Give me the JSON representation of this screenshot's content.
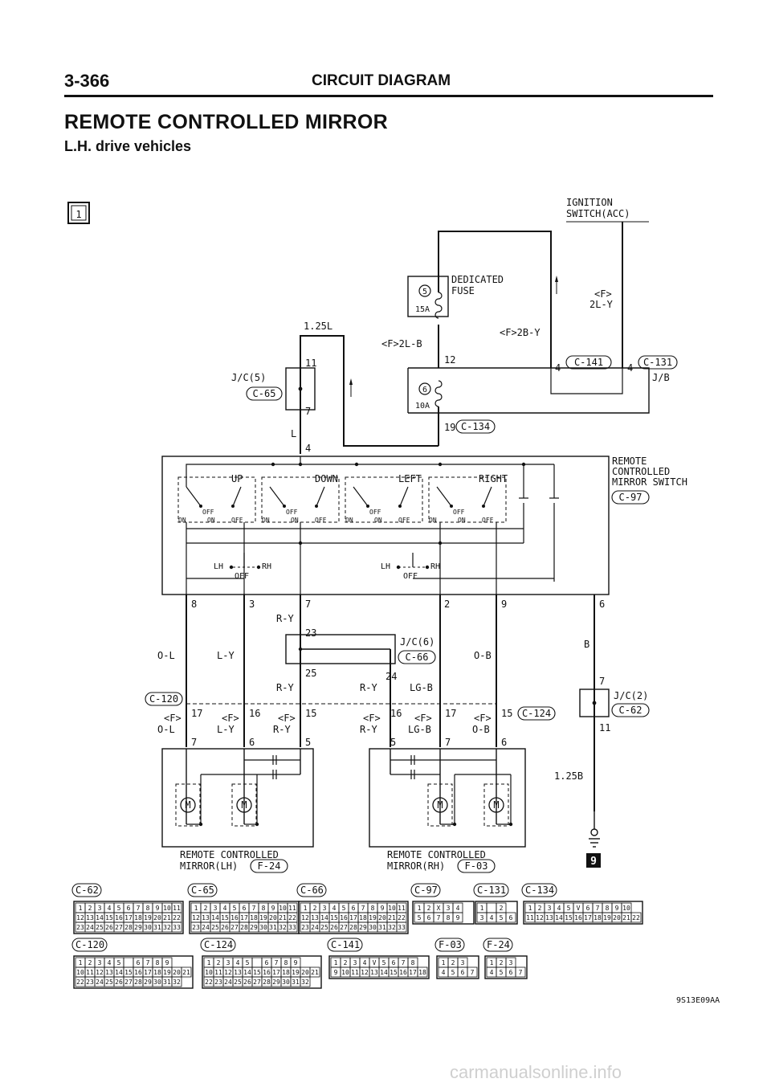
{
  "header": {
    "page_number": "3-366",
    "section": "CIRCUIT DIAGRAM"
  },
  "title": "REMOTE CONTROLLED MIRROR",
  "subtitle": "L.H. drive vehicles",
  "sheet": "1",
  "ignition": [
    "IGNITION",
    "SWITCH(ACC)"
  ],
  "fuse5": {
    "num": "5",
    "amp": "15A"
  },
  "fuse6": {
    "num": "6",
    "amp": "10A"
  },
  "dedicated_fuse": [
    "DEDICATED",
    "FUSE"
  ],
  "wire": {
    "f_2l_y": [
      "<F>",
      "2L-Y"
    ],
    "f_2b_y": "<F>2B-Y",
    "f_2l_b": "<F>2L-B",
    "w_125l": "1.25L",
    "w_l": "L",
    "w_125b": "1.25B",
    "w_b": "B",
    "ol": "O-L",
    "ly": "L-Y",
    "ry": "R-Y",
    "lgb": "LG-B",
    "ob": "O-B",
    "f": "<F>"
  },
  "pins": {
    "p12": "12",
    "p4a": "4",
    "p4b": "4",
    "p19": "19",
    "p11": "11",
    "p7": "7",
    "p4c": "4",
    "s8": "8",
    "s3": "3",
    "s7": "7",
    "s2": "2",
    "s9": "9",
    "s6": "6",
    "j23": "23",
    "j25": "25",
    "j24": "24",
    "c17": "17",
    "c16": "16",
    "c15": "15",
    "d16": "16",
    "d17": "17",
    "d15": "15",
    "m7": "7",
    "m6": "6",
    "m5": "5",
    "n5": "5",
    "n7": "7",
    "n6": "6",
    "g7": "7",
    "g11": "11"
  },
  "connectors": {
    "c141": "C-141",
    "c131": "C-131",
    "c134": "C-134",
    "c65": "C-65",
    "c97": "C-97",
    "c66": "C-66",
    "c120": "C-120",
    "c124": "C-124",
    "c62": "C-62",
    "f24": "F-24",
    "f03": "F-03"
  },
  "jb": "J/B",
  "jc5": "J/C(5)",
  "jc6": "J/C(6)",
  "jc2": "J/C(2)",
  "switch_name": [
    "REMOTE",
    "CONTROLLED",
    "MIRROR SWITCH"
  ],
  "switch_labels": {
    "up": "UP",
    "down": "DOWN",
    "left": "LEFT",
    "right": "RIGHT",
    "off": "OFF",
    "on": "ON",
    "lh": "LH",
    "rh": "RH"
  },
  "mirror_lh": [
    "REMOTE CONTROLLED",
    "MIRROR(LH)"
  ],
  "mirror_rh": [
    "REMOTE CONTROLLED",
    "MIRROR(RH)"
  ],
  "motor": "M",
  "ground": "9",
  "diagram_code": "9S13E09AA",
  "watermark": "carmanualsonline.info",
  "connector_views": [
    {
      "name": "C-62",
      "rows": [
        [
          "1",
          "2",
          "3",
          "4",
          "5",
          "6",
          "7",
          "8",
          "9",
          "10",
          "11"
        ],
        [
          "12",
          "13",
          "14",
          "15",
          "16",
          "17",
          "18",
          "19",
          "20",
          "21",
          "22"
        ],
        [
          "23",
          "24",
          "25",
          "26",
          "27",
          "28",
          "29",
          "30",
          "31",
          "32",
          "33"
        ]
      ]
    },
    {
      "name": "C-65",
      "rows": [
        [
          "1",
          "2",
          "3",
          "4",
          "5",
          "6",
          "7",
          "8",
          "9",
          "10",
          "11"
        ],
        [
          "12",
          "13",
          "14",
          "15",
          "16",
          "17",
          "18",
          "19",
          "20",
          "21",
          "22"
        ],
        [
          "23",
          "24",
          "25",
          "26",
          "27",
          "28",
          "29",
          "30",
          "31",
          "32",
          "33"
        ]
      ]
    },
    {
      "name": "C-66",
      "rows": [
        [
          "1",
          "2",
          "3",
          "4",
          "5",
          "6",
          "7",
          "8",
          "9",
          "10",
          "11"
        ],
        [
          "12",
          "13",
          "14",
          "15",
          "16",
          "17",
          "18",
          "19",
          "20",
          "21",
          "22"
        ],
        [
          "23",
          "24",
          "25",
          "26",
          "27",
          "28",
          "29",
          "30",
          "31",
          "32",
          "33"
        ]
      ]
    },
    {
      "name": "C-97",
      "rows": [
        [
          "1",
          "2",
          "X",
          "3",
          "4"
        ],
        [
          "5",
          "6",
          "7",
          "8",
          "9"
        ]
      ]
    },
    {
      "name": "C-131",
      "rows": [
        [
          "1",
          "",
          "2"
        ],
        [
          "3",
          "4",
          "5",
          "6"
        ]
      ]
    },
    {
      "name": "C-134",
      "rows": [
        [
          "1",
          "2",
          "3",
          "4",
          "5",
          "V",
          "6",
          "7",
          "8",
          "9",
          "10"
        ],
        [
          "11",
          "12",
          "13",
          "14",
          "15",
          "16",
          "17",
          "18",
          "19",
          "20",
          "21",
          "22"
        ]
      ]
    },
    {
      "name": "C-120",
      "rows": [
        [
          "1",
          "2",
          "3",
          "4",
          "5",
          "",
          "6",
          "7",
          "8",
          "9"
        ],
        [
          "10",
          "11",
          "12",
          "13",
          "14",
          "15",
          "16",
          "17",
          "18",
          "19",
          "20",
          "21"
        ],
        [
          "22",
          "23",
          "24",
          "25",
          "26",
          "27",
          "28",
          "29",
          "30",
          "31",
          "32"
        ]
      ]
    },
    {
      "name": "C-124",
      "rows": [
        [
          "1",
          "2",
          "3",
          "4",
          "5",
          "",
          "6",
          "7",
          "8",
          "9"
        ],
        [
          "10",
          "11",
          "12",
          "13",
          "14",
          "15",
          "16",
          "17",
          "18",
          "19",
          "20",
          "21"
        ],
        [
          "22",
          "23",
          "24",
          "25",
          "26",
          "27",
          "28",
          "29",
          "30",
          "31",
          "32"
        ]
      ]
    },
    {
      "name": "C-141",
      "rows": [
        [
          "1",
          "2",
          "3",
          "4",
          "V",
          "5",
          "6",
          "7",
          "8"
        ],
        [
          "9",
          "10",
          "11",
          "12",
          "13",
          "14",
          "15",
          "16",
          "17",
          "18"
        ]
      ]
    },
    {
      "name": "F-03",
      "rows": [
        [
          "1",
          "2",
          "3"
        ],
        [
          "4",
          "5",
          "6",
          "7"
        ]
      ]
    },
    {
      "name": "F-24",
      "rows": [
        [
          "1",
          "2",
          "3"
        ],
        [
          "4",
          "5",
          "6",
          "7"
        ]
      ]
    }
  ]
}
